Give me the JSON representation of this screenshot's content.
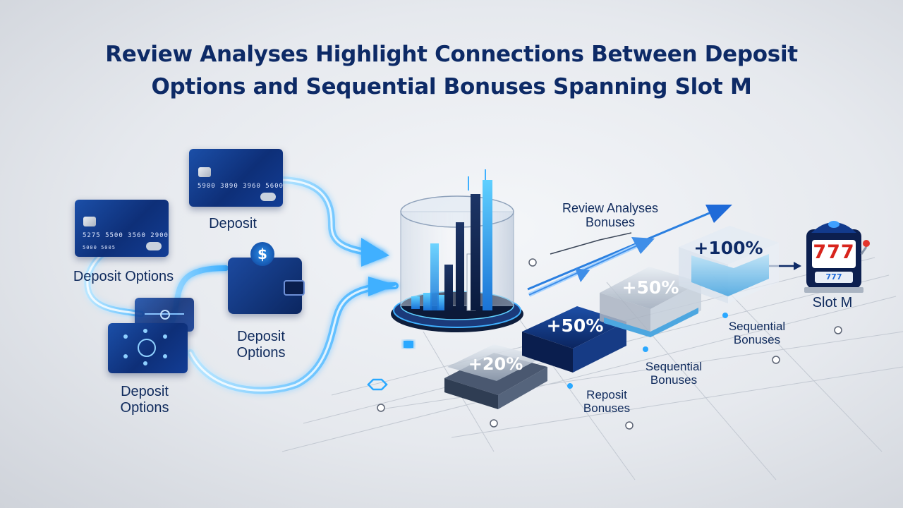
{
  "title": {
    "line1": "Review Analyses Highlight Connections Between Deposit",
    "line2": "Options and Sequential Bonuses Spanning Slot M"
  },
  "cards": {
    "top_number": "5900 3890 3960 5600",
    "left_number": "5275 5500 3560 2900",
    "left_small": "5000 5005"
  },
  "labels": {
    "deposit": "Deposit",
    "deposit_options_1": "Deposit Options",
    "deposit_options_2": {
      "line1": "Deposit",
      "line2": "Options"
    },
    "deposit_options_3": {
      "line1": "Deposit",
      "line2": "Options"
    },
    "review_analyses": {
      "line1": "Review Analyses",
      "line2": "Bonuses"
    },
    "reposit_bonuses": {
      "line1": "Reposit",
      "line2": "Bonuses"
    },
    "sequential_bonuses_1": {
      "line1": "Sequential",
      "line2": "Bonuses"
    },
    "sequential_bonuses_2": {
      "line1": "Sequential",
      "line2": "Bonuses"
    },
    "slot_m": "Slot M"
  },
  "steps": [
    {
      "label": "+20%",
      "style": "glass"
    },
    {
      "label": "+50%",
      "style": "blue"
    },
    {
      "label": "+50%",
      "style": "glass"
    },
    {
      "label": "+100%",
      "style": "blue-glass"
    }
  ],
  "slot_machine": {
    "reels": "777",
    "window": "777"
  },
  "colors": {
    "title": "#0d2a66",
    "label": "#0f2a5c",
    "accent": "#1f7fe0",
    "glow": "#49b8ff",
    "card_blue": "#0e2f78"
  },
  "icons": [
    "credit-card-icon",
    "wallet-icon",
    "dollar-coin-icon",
    "network-icon",
    "chart-cylinder-icon",
    "trend-arrow-icon",
    "slot-machine-icon"
  ]
}
